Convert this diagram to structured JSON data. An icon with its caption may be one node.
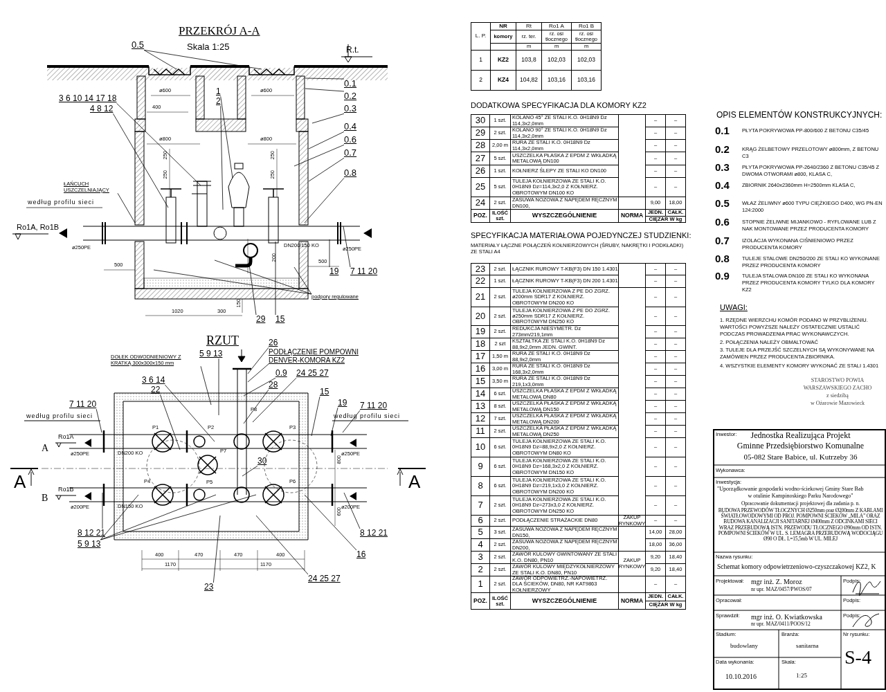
{
  "diagram": {
    "nodes": [
      {
        "text": [
          "0.5"
        ]
      },
      {
        "text": [
          "0.1"
        ]
      },
      {
        "text": [
          "0.2"
        ]
      },
      {
        "text": [
          "0.3"
        ]
      },
      {
        "text": [
          "0.4"
        ]
      },
      {
        "text": [
          "0.6"
        ]
      },
      {
        "text": [
          "0.7"
        ]
      },
      {
        "text": [
          "0.8"
        ]
      },
      {
        "text": [
          "3 6 10 14 17 18"
        ]
      },
      {
        "text": [
          "4 8 12"
        ]
      },
      {
        "text": [
          "1"
        ]
      },
      {
        "text": [
          "2"
        ]
      },
      {
        "text": [
          "ŁAŃCUCH USZCZELNIAJĄCY"
        ]
      },
      {
        "text": [
          "19"
        ]
      },
      {
        "text": [
          "7 11 20"
        ]
      },
      {
        "text": [
          "29"
        ]
      },
      {
        "text": [
          "15"
        ]
      },
      {
        "text": [
          "podpory regulowane"
        ]
      },
      {
        "text": [
          "DOŁEK ODWODNIENIOWY Z KRATKĄ 300x300x150 mm"
        ]
      },
      {
        "text": [
          "26"
        ]
      },
      {
        "text": [
          "PODŁĄCZENIE POMPOWNI DENVER-KOMORA KZ2"
        ]
      },
      {
        "text": [
          "5 9 13"
        ]
      },
      {
        "text": [
          "0.9"
        ]
      },
      {
        "text": [
          "24 25 27"
        ]
      },
      {
        "text": [
          "28"
        ]
      },
      {
        "text": [
          "3 6 14"
        ]
      },
      {
        "text": [
          "22"
        ]
      },
      {
        "text": [
          "7 11 20"
        ]
      },
      {
        "text": [
          "15"
        ]
      },
      {
        "text": [
          "19"
        ]
      },
      {
        "text": [
          "7 11 20"
        ]
      },
      {
        "text": [
          "30"
        ]
      },
      {
        "text": [
          "8 12 21"
        ]
      },
      {
        "text": [
          "5 9 13"
        ]
      },
      {
        "text": [
          "8 12 21"
        ]
      },
      {
        "text": [
          "16"
        ]
      },
      {
        "text": [
          "24 25 27"
        ]
      },
      {
        "text": [
          "23"
        ]
      }
    ],
    "edges": [
      {
        "from": 0,
        "to": null,
        "arrow": "none"
      },
      {
        "from": 0,
        "to": null,
        "arrow": "none"
      },
      {
        "from": 1,
        "to": null,
        "arrow": "none"
      },
      {
        "from": 2,
        "to": null,
        "arrow": "none"
      },
      {
        "from": 3,
        "to": null,
        "arrow": "none"
      },
      {
        "from": 4,
        "to": null,
        "arrow": "none"
      },
      {
        "from": 5,
        "to": null,
        "arrow": "none"
      },
      {
        "from": 6,
        "to": null,
        "arrow": "none"
      },
      {
        "from": 7,
        "to": null,
        "arrow": "none"
      },
      {
        "from": 8,
        "to": null,
        "arrow": "none"
      },
      {
        "from": 9,
        "to": null,
        "arrow": "none"
      },
      {
        "from": 10,
        "to": null,
        "arrow": "none"
      },
      {
        "from": 11,
        "to": null,
        "arrow": "none"
      },
      {
        "from": 12,
        "to": null,
        "arrow": "none"
      },
      {
        "from": 13,
        "to": null,
        "arrow": "none"
      },
      {
        "from": 14,
        "to": null,
        "arrow": "none"
      },
      {
        "from": 15,
        "to": null,
        "arrow": "none"
      },
      {
        "from": 16,
        "to": null,
        "arrow": "none"
      },
      {
        "from": 17,
        "to": null,
        "arrow": "none"
      },
      {
        "from": 17,
        "to": null,
        "arrow": "none"
      },
      {
        "from": 17,
        "to": null,
        "arrow": "none"
      },
      {
        "from": 18,
        "to": null,
        "arrow": "none"
      },
      {
        "from": 19,
        "to": null,
        "arrow": "none"
      },
      {
        "from": 20,
        "to": null,
        "arrow": "none"
      },
      {
        "from": 21,
        "to": null,
        "arrow": "none"
      },
      {
        "from": 22,
        "to": null,
        "arrow": "none"
      },
      {
        "from": 23,
        "to": null,
        "arrow": "none"
      },
      {
        "from": 24,
        "to": null,
        "arrow": "none"
      },
      {
        "from": 25,
        "to": null,
        "arrow": "none"
      },
      {
        "from": 26,
        "to": null,
        "arrow": "none"
      },
      {
        "from": 27,
        "to": null,
        "arrow": "none"
      },
      {
        "from": 28,
        "to": null,
        "arrow": "none"
      },
      {
        "from": 29,
        "to": null,
        "arrow": "none"
      },
      {
        "from": 30,
        "to": null,
        "arrow": "none"
      },
      {
        "from": 31,
        "to": null,
        "arrow": "none"
      },
      {
        "from": 32,
        "to": null,
        "arrow": "none"
      },
      {
        "from": 33,
        "to": null,
        "arrow": "none"
      },
      {
        "from": 33,
        "to": null,
        "arrow": "none"
      },
      {
        "from": 33,
        "to": null,
        "arrow": "none"
      },
      {
        "from": 34,
        "to": null,
        "arrow": "none"
      },
      {
        "from": 35,
        "to": null,
        "arrow": "none"
      },
      {
        "from": 36,
        "to": null,
        "arrow": "none"
      },
      {
        "from": 37,
        "to": null,
        "arrow": "none"
      }
    ],
    "labels": [
      "PRZEKRÓJ A-A",
      "Skala 1:25",
      "R.t.",
      "ø600",
      "ø600",
      "400",
      "ø800",
      "ø800",
      "250",
      "250",
      "250",
      "250",
      "według profilu sieci",
      "Ro1A, Ro1B",
      "ø250PE",
      "DN200/150 KO",
      "ø250PE",
      "500",
      "500",
      "1020",
      "300",
      "150",
      "200",
      "RZUT",
      "według profilu sieci",
      "według profilu sieci",
      "Ro1A",
      "Ro1B",
      "A",
      "B",
      "A",
      "A",
      "P8",
      "P1",
      "P2",
      "P3",
      "P7",
      "P4",
      "P5",
      "P6",
      "ø250PE",
      "DN200 KO",
      "ø250PE",
      "ø200PE",
      "DN150 KO",
      "ø200PE",
      "800",
      "600",
      "400",
      "470",
      "470",
      "400",
      "1170",
      "1170",
      "L. P.",
      "NR",
      "Rt",
      "Ro1 A",
      "Ro1 B",
      "komory",
      "rz. ter.",
      "rz. osi tłocznego",
      "rz. osi tłocznego",
      "m",
      "m",
      "m",
      "1",
      "KZ2",
      "103,8",
      "102,03",
      "102,03",
      "2",
      "KZ4",
      "104,82",
      "103,16",
      "103,16",
      "DODATKOWA SPECYFIKACJA DLA KOMORY KZ2",
      "30",
      "1 szt.",
      "KOLANO 45° ZE STALI K.O. 0H18N9 Dz 114,3x2,0mm",
      "–",
      "–",
      "29",
      "2 szt.",
      "KOLANO 90° ZE STALI K.O. 0H18N9 Dz 114,3x2,0mm",
      "–",
      "–",
      "28",
      "2,00 m",
      "RURA ZE STALI K.O. 0H18N9 Dz 114,3x2,0mm",
      "–",
      "–",
      "27",
      "5 szt.",
      "USZCZELKA PŁASKA Z EPDM Z WKŁADKĄ METALOWĄ DN100",
      "–",
      "–",
      "26",
      "1 szt.",
      "KOŁNIERZ ŚLEPY ZE STALI KO DN100",
      "–",
      "–",
      "25",
      "5 szt.",
      "TULEJA KOŁNIERZOWA ZE STALI K.O. 0H18N9 Dz=114,3x2,0 Z KOŁNIERZ. OBROTOWYM DN100 KO",
      "–",
      "–",
      "24",
      "2 szt.",
      "ZASUWA NOŻOWA Z NAPĘDEM RĘCZNYM DN100,",
      "9,00",
      "18,00",
      "POZ.",
      "ILOŚĆ szt.",
      "WYSZCZEGÓLNIENIE",
      "NORMA",
      "JEDN.",
      "CAŁK.",
      "CIĘŻAR W kg",
      "SPECYFIKACJA MATERIAŁOWA POJEDYNCZEJ STUDZIENKI:",
      "MATERIAŁY ŁĄCZNE POŁĄCZEŃ KOŁNIERZOWYCH (ŚRUBY, NAKRĘTKI I PODKŁADKI) ZE STALI A4",
      "23",
      "2 szt.",
      "ŁĄCZNIK RUROWY T-KB(F3) DN 150 1.4301",
      "–",
      "–",
      "22",
      "1 szt.",
      "ŁĄCZNIK RUROWY T-KB(F3) DN 200 1.4301",
      "–",
      "–",
      "21",
      "2 szt.",
      "TULEJA KOŁNIERZOWA Z PE DO ZGRZ. ø200mm SDR17 Z KOŁNIERZ. OBROTOWYM DN200 KO",
      "–",
      "–",
      "20",
      "2 szt.",
      "TULEJA KOŁNIERZOWA Z PE DO ZGRZ. ø250mm SDR17 Z KOŁNIERZ. OBROTOWYM DN250 KO",
      "–",
      "–",
      "19",
      "2 szt.",
      "REDUKCJA NIESYMETR. Dz 273mm/219,1mm",
      "–",
      "–",
      "18",
      "2 szt",
      "KSZTAŁTKA ZE STALI K.O. 0H18N9 Dz 88,9x2,0mm JEDN. GWINT.",
      "–",
      "–",
      "17",
      "1,50 m",
      "RURA ZE STALI K.O. 0H18N9 Dz 88,9x2,0mm",
      "–",
      "–",
      "16",
      "3,00 m",
      "RURA ZE STALI K.O. 0H18N9 Dz 168,3x2,0mm",
      "–",
      "–",
      "15",
      "3,50 m",
      "RURA ZE STALI K.O. 0H18N9 Dz 219,1x3,0mm",
      "–",
      "–",
      "14",
      "6 szt.",
      "USZCZELKA PŁASKA Z EPDM Z WKŁADKĄ METALOWĄ DN80",
      "–",
      "–",
      "13",
      "8 szt.",
      "USZCZELKA PŁASKA Z EPDM Z WKŁADKĄ METALOWĄ DN150",
      "–",
      "–",
      "12",
      "7 szt.",
      "USZCZELKA PŁASKA Z EPDM Z WKŁADKĄ METALOWĄ DN200",
      "–",
      "–",
      "11",
      "2 szt.",
      "USZCZELKA PŁASKA Z EPDM Z WKŁADKĄ METALOWĄ DN250",
      "–",
      "–",
      "10",
      "6 szt.",
      "TULEJA KOŁNIERZOWA ZE STALI K.O. 0H18N9 Dz=88,9x2,0 Z KOŁNIERZ. OBROTOWYM DN80 KO",
      "–",
      "–",
      "9",
      "6 szt.",
      "TULEJA KOŁNIERZOWA ZE STALI K.O. 0H18N9 Dz=168,3x2,0 Z KOŁNIERZ. OBROTOWYM DN150 KO",
      "–",
      "–",
      "8",
      "6 szt.",
      "TULEJA KOŁNIERZOWA ZE STALI K.O. 0H18N9 Dz=219,1x3,0 Z KOŁNIERZ. OBROTOWYM DN200 KO",
      "–",
      "–",
      "7",
      "2 szt.",
      "TULEJA KOŁNIERZOWA ZE STALI K.O. 0H18N9 Dz=273x3,0 Z KOŁNIERZ. OBROTOWYM DN250 KO",
      "–",
      "–",
      "6",
      "2 szt.",
      "PODŁĄCZENIE STRAŻACKIE DN80",
      "ZAKUP RYNKOWY",
      "–",
      "–",
      "5",
      "3 szt.",
      "ZASUWA NOŻOWA Z NAPĘDEM RĘCZNYM DN150,",
      "14,00",
      "28,00",
      "4",
      "2 szt.",
      "ZASUWA NOŻOWA Z NAPĘDEM RĘCZNYM DN200,",
      "18,00",
      "36,00",
      "3",
      "2 szt.",
      "ZAWÓR KULOWY GWINTOWANY ZE STALI K.O. DN80, PN10",
      "ZAKUP RYNKOWY",
      "9,20",
      "18,40",
      "2",
      "2 szt.",
      "ZAWÓR KULOWY MIĘDZYKOŁNIERZOWY ZE STALI K.O. DN80, PN10",
      "9,20",
      "18,40",
      "1",
      "2 szt.",
      "ZAWÓR ODPOWIETRZ.-NAPOWIETRZ. DLA ŚCIEKÓW, DN80, NR KAT9863 KOŁNIERZOWY",
      "–",
      "–",
      "POZ.",
      "ILOŚĆ szt.",
      "WYSZCZEGÓLNIENIE",
      "NORMA",
      "JEDN.",
      "CAŁK.",
      "CIĘŻAR W kg",
      "OPIS ELEMENTÓW KONSTRUKCYJNYCH:",
      "0.1",
      "PŁYTA POKRYWOWA PP-800/600 Z BETONU C35/45",
      "0.2",
      "KRĄG ŻELBETOWY PRZELOTOWY ø800mm, Z BETONU C3",
      "0.3",
      "PŁYTA POKRYWOWA PP-2640/2360 Z BETONU C35/45 Z DWOMA OTWORAMI ø800, KLASA C,",
      "0.4",
      "ZBIORNIK 2640x2360mm H=2500mm KLASA C,",
      "0.5",
      "WŁAZ ŻELIWNY ø600 TYPU CIĘŻKIEGO D400, WG PN-EN 124:2000",
      "0.6",
      "STOPNIE ŻELIWNE MIJANKOWO - RYFLOWANE LUB Z NAK MONTOWANE PRZEZ PRODUCENTA KOMORY",
      "0.7",
      "IZOLACJA WYKONANA CIŚNIENIOWO PRZEZ PRODUCENTA KOMORY",
      "0.8",
      "TULEJE STALOWE DN250/200 ZE STALI KO WYKONANE PRZEZ PRODUCENTA KOMORY",
      "0.9",
      "TULEJA STALOWA DN100 ZE STALI KO WYKONANA PRZEZ PRODUCENTA KOMORY TYLKO DLA KOMORY KZ2",
      "UWAGI:",
      "1. RZĘDNE WIERZCHU KOMÓR PODANO W PRZYBLIŻENIU. WARTOŚCI POWYŻSZE NALEŻY OSTATECZNIE USTALIĆ PODCZAS PROWADZENIA PRAC WYKONAWCZYCH.",
      "2. POŁĄCZENIA NALEŻY OBMALTOWAĆ",
      "3. TULEJE DLA PRZEJŚĆ SZCZELNYCH SĄ WYKONYWANE NA ZAMÓWIEN PRZEZ PRODUCENTA ZBIORNIKA.",
      "4. WSZYSTKIE ELEMENTY KOMORY WYKONAĆ ZE STALI 1.4301",
      "STAROSTWO POWIA",
      "WARSZAWSKIEGO ZACHO",
      "z siedzibą",
      "w Ożarowie Mazowieck",
      "Inwestor:",
      "Jednostka Realizująca Projekt",
      "Gminne Przedsiębiorstwo Komunalne",
      "05-082 Stare Babice, ul. Kutrzeby 36",
      "Wykonawca:",
      "Inwestycja:",
      "\"Uporządkowanie gospodarki wodno-ściekowej Gminy Stare Bab",
      "w otulinie Kampinoskiego Parku Narodowego\"",
      "Opracowanie dokumentacji projektowej dla zadania p. n.",
      "BUDOWA PRZEWODÓW TŁOCZNYCH Ø250mm oraz Ø200mm Z KABLAMI ŚWIATŁOWODOWYMI OD PROJ. POMPOWNI ŚCIEKÓW „MILA” ORAZ BUDOWA KANALIZACJI SANITARNEJ Ø400mm Z ODCINKAMI SIECI WRAZ PRZEBUDOWĄ ISTN. PRZEWODU TŁOCZNEGO Ø90mm OD ISTN. POMPOWNI ŚCIEKÓW W UL. S. LEMAGRA PRZEBUDOWĄ WODOCIĄGU Ø90 O DŁ. L=15,5mb W UL. MILEJ",
      "Nazwa rysunku:",
      "Schemat komory odpowietrzeniowo-czyszczakowej KZ2, K",
      "Projektował:",
      "mgr inż. Z. Moroz",
      "nr upr. MAZ/0457/PWOS/07",
      "Podpis:",
      "Opracował:",
      "Podpis:",
      "Sprawdził:",
      "mgr inż. O. Kwiatkowska",
      "nr upr. MAZ/0411/POOS/12",
      "Podpis:",
      "Stadium:",
      "budowlany",
      "Branża:",
      "sanitarna",
      "Nr rysunku:",
      "S-4",
      "Data wykonania:",
      "10.10.2016",
      "Skala:",
      "1:25"
    ]
  }
}
